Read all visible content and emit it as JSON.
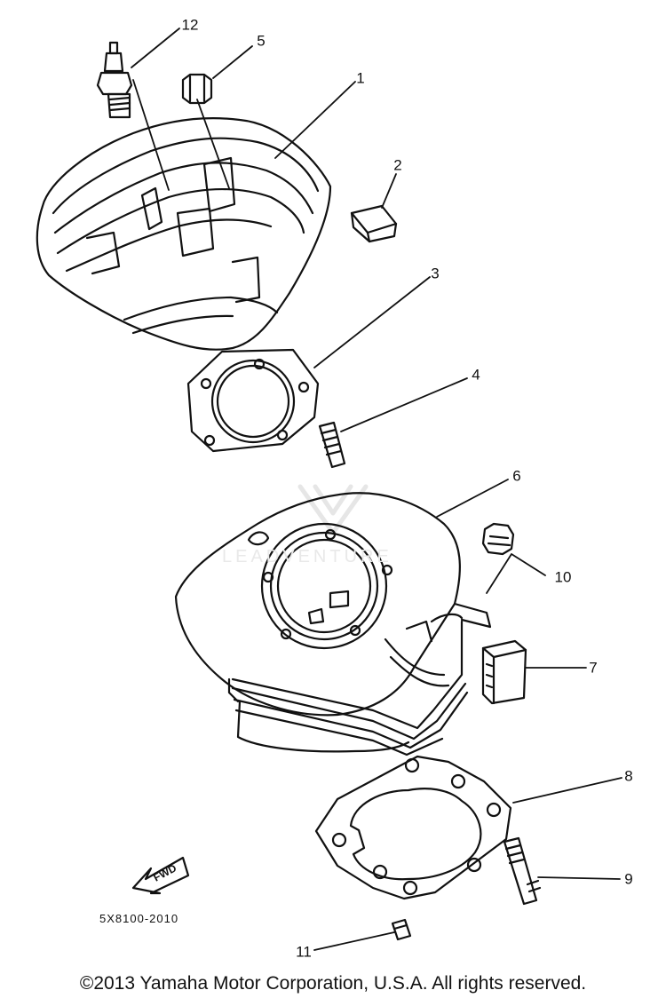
{
  "diagram": {
    "callouts": {
      "p1": "1",
      "p2": "2",
      "p3": "3",
      "p4": "4",
      "p5": "5",
      "p6": "6",
      "p7": "7",
      "p8": "8",
      "p9": "9",
      "p10": "10",
      "p11": "11",
      "p12": "12"
    },
    "fwd_mark": "FWD",
    "part_code": "5X8100-2010",
    "watermark": "LEADVENTURE"
  },
  "footer": {
    "copyright": "©2013 Yamaha Motor Corporation, U.S.A. All rights reserved."
  }
}
